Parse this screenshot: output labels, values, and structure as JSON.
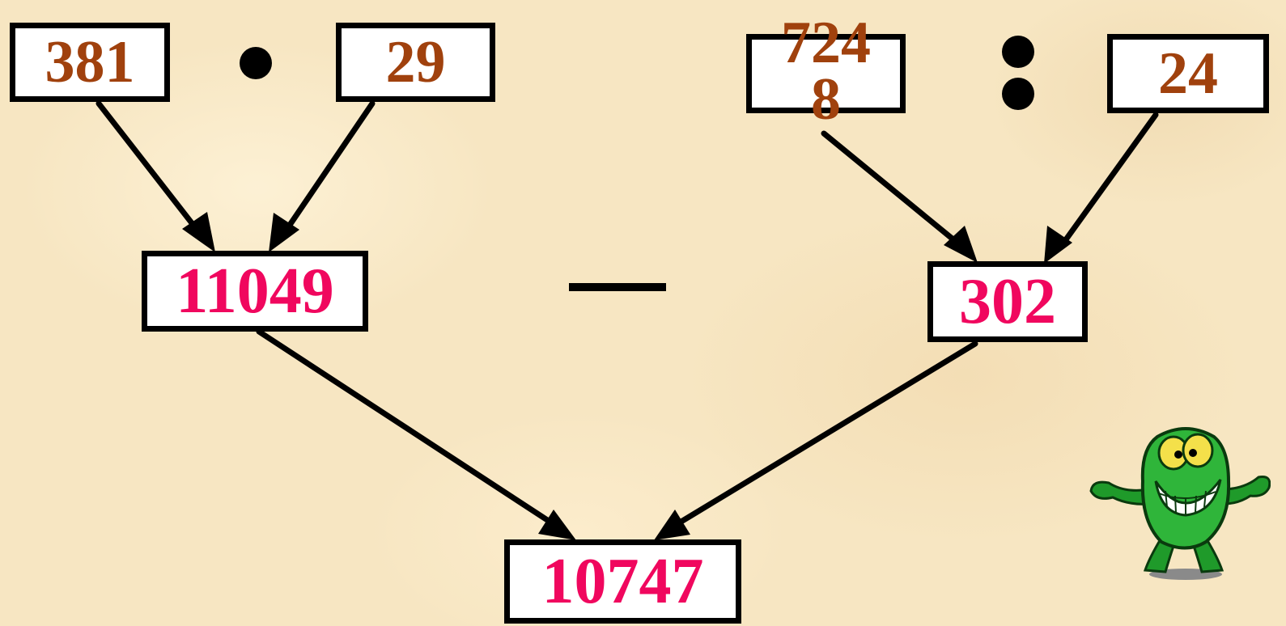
{
  "nodes": {
    "a": "381",
    "b": "29",
    "c": "7248",
    "d": "24",
    "product": "11049",
    "quotient": "302",
    "difference": "10747"
  },
  "colors": {
    "input_text": "#a0410d",
    "result_text": "#f0075e",
    "background": "#f7e6c2"
  },
  "operators": {
    "multiply": "dot",
    "divide": "colon",
    "subtract": "dash"
  },
  "icons": [
    "frog-mascot-icon"
  ]
}
